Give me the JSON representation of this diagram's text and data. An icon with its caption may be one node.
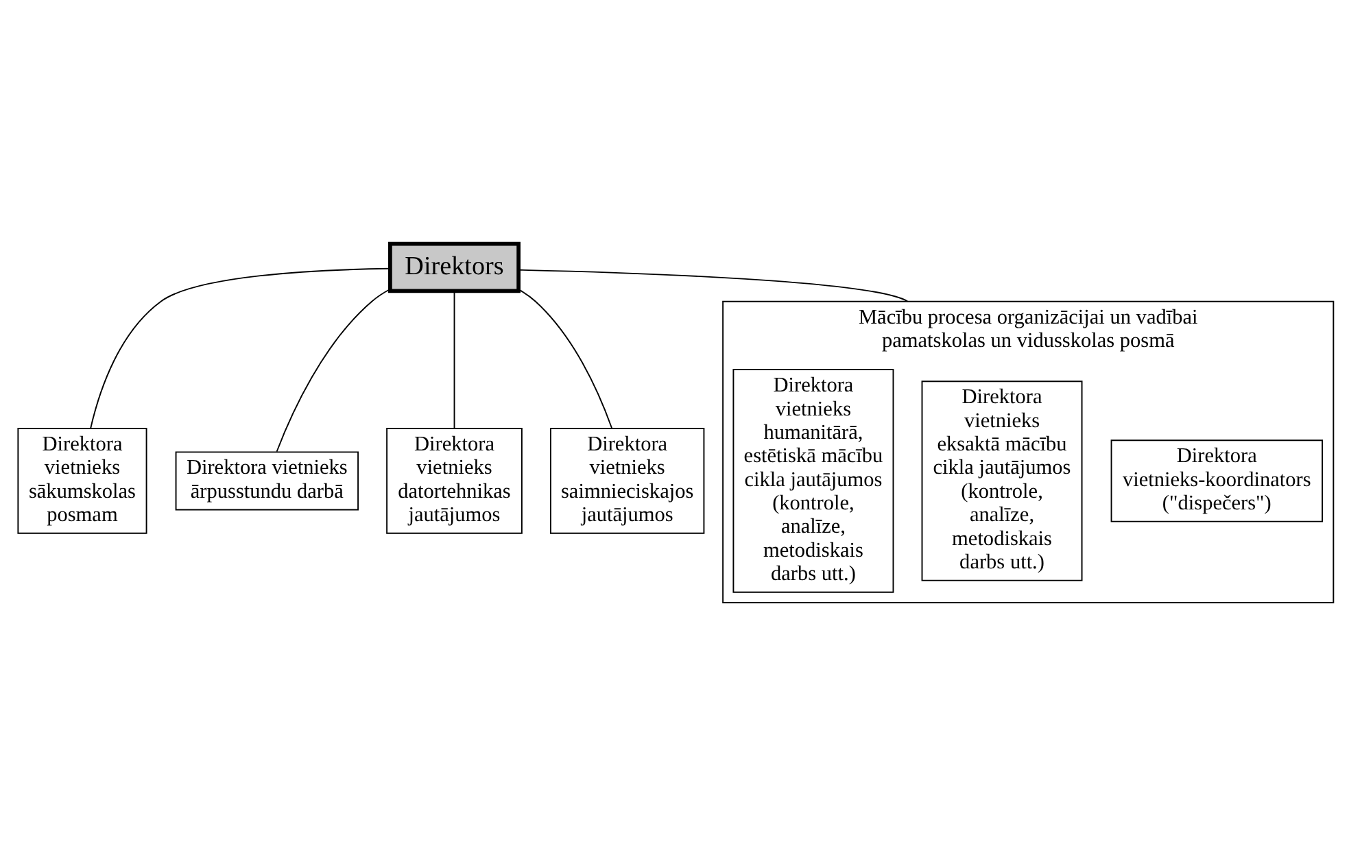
{
  "diagram": {
    "nodes": [
      {
        "text": [
          "Direktors"
        ]
      },
      {
        "text": [
          "Direktora vietnieks sākumskolas posmam"
        ]
      },
      {
        "text": [
          "Direktora vietnieks ārpusstundu darbā"
        ]
      },
      {
        "text": [
          "Direktora vietnieks datortehnikas jautājumos"
        ]
      },
      {
        "text": [
          "Direktora vietnieks saimnieciskajos jautājumos"
        ]
      },
      {
        "text": [
          "Mācību procesa organizācijai un vadībai pamatskolas un vidusskolas posmā"
        ]
      },
      {
        "text": [
          "Direktora vietnieks-koordinators (\"dispečers\")"
        ],
        "in": 5
      },
      {
        "text": [
          "Direktora vietnieks eksaktā mācību cikla jautājumos (kontrole, analīze, metodiskais darbs utt.)"
        ],
        "in": 5
      },
      {
        "text": [
          "Direktora vietnieks humanitārā, estētiskā mācību cikla jautājumos (kontrole, analīze, metodiskais darbs utt.)"
        ],
        "in": 5
      }
    ],
    "edges": [
      {
        "from": 0,
        "to": 1,
        "arrow": "none"
      },
      {
        "from": 0,
        "to": 3,
        "arrow": "none"
      },
      {
        "from": 0,
        "to": 4,
        "arrow": "none"
      },
      {
        "from": 0,
        "to": 5,
        "arrow": "none"
      },
      {
        "from": 0,
        "to": 2,
        "arrow": "none"
      }
    ]
  }
}
